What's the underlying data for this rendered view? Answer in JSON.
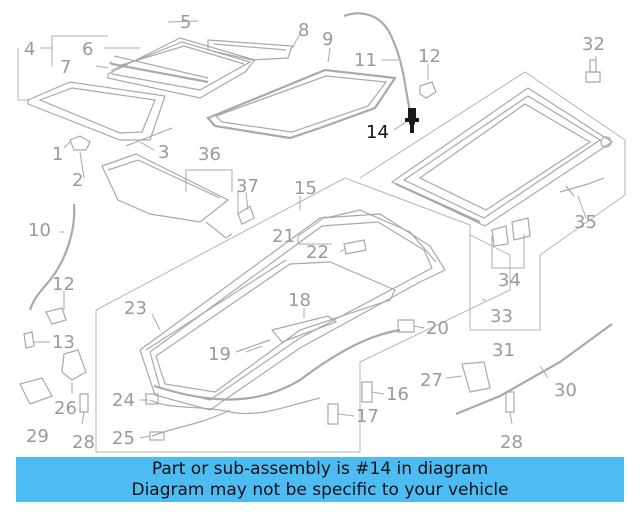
{
  "callouts": [
    "1",
    "2",
    "3",
    "4",
    "5",
    "6",
    "7",
    "8",
    "9",
    "10",
    "11",
    "12",
    "12",
    "13",
    "14",
    "15",
    "16",
    "17",
    "18",
    "19",
    "20",
    "21",
    "22",
    "23",
    "24",
    "25",
    "26",
    "27",
    "28",
    "28",
    "29",
    "30",
    "31",
    "32",
    "33",
    "34",
    "35",
    "36",
    "37"
  ],
  "highlighted_part": "14",
  "colors": {
    "banner": "#4dbcf3",
    "line": "#a9a9a9",
    "label": "#9a9a9a",
    "highlight_label": "#111111",
    "highlight_part": "#1a1a1a"
  },
  "banner": {
    "line1": "Part or sub-assembly is #14 in diagram",
    "line2": "Diagram may not be specific to your vehicle"
  }
}
